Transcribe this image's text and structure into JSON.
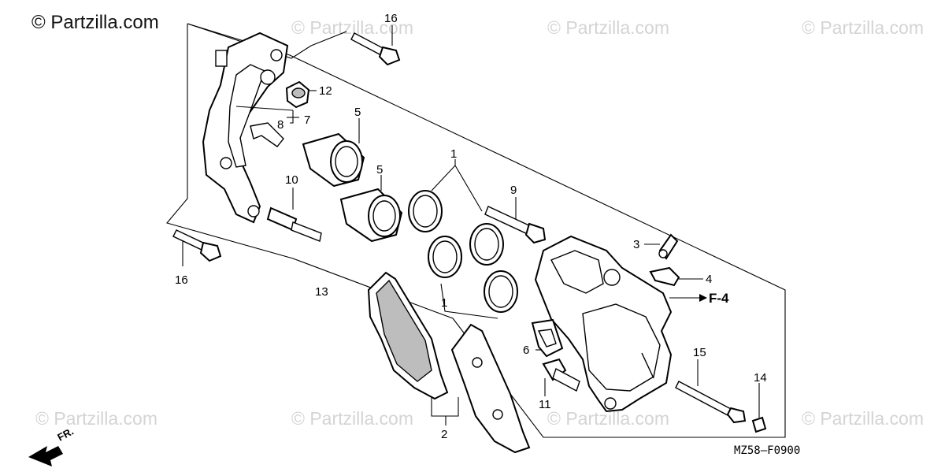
{
  "watermarks": {
    "main": "© Partzilla.com",
    "faint": "© Partzilla.com"
  },
  "diagram_code": "MZ58—F0900",
  "front_label": "FR.",
  "ref_label": "F-4",
  "callouts": {
    "c1a": "1",
    "c1b": "1",
    "c2": "2",
    "c3": "3",
    "c4": "4",
    "c5a": "5",
    "c5b": "5",
    "c6": "6",
    "c7": "7",
    "c8": "8",
    "c9": "9",
    "c10": "10",
    "c11": "11",
    "c12": "12",
    "c13": "13",
    "c14": "14",
    "c15": "15",
    "c16a": "16",
    "c16b": "16"
  }
}
